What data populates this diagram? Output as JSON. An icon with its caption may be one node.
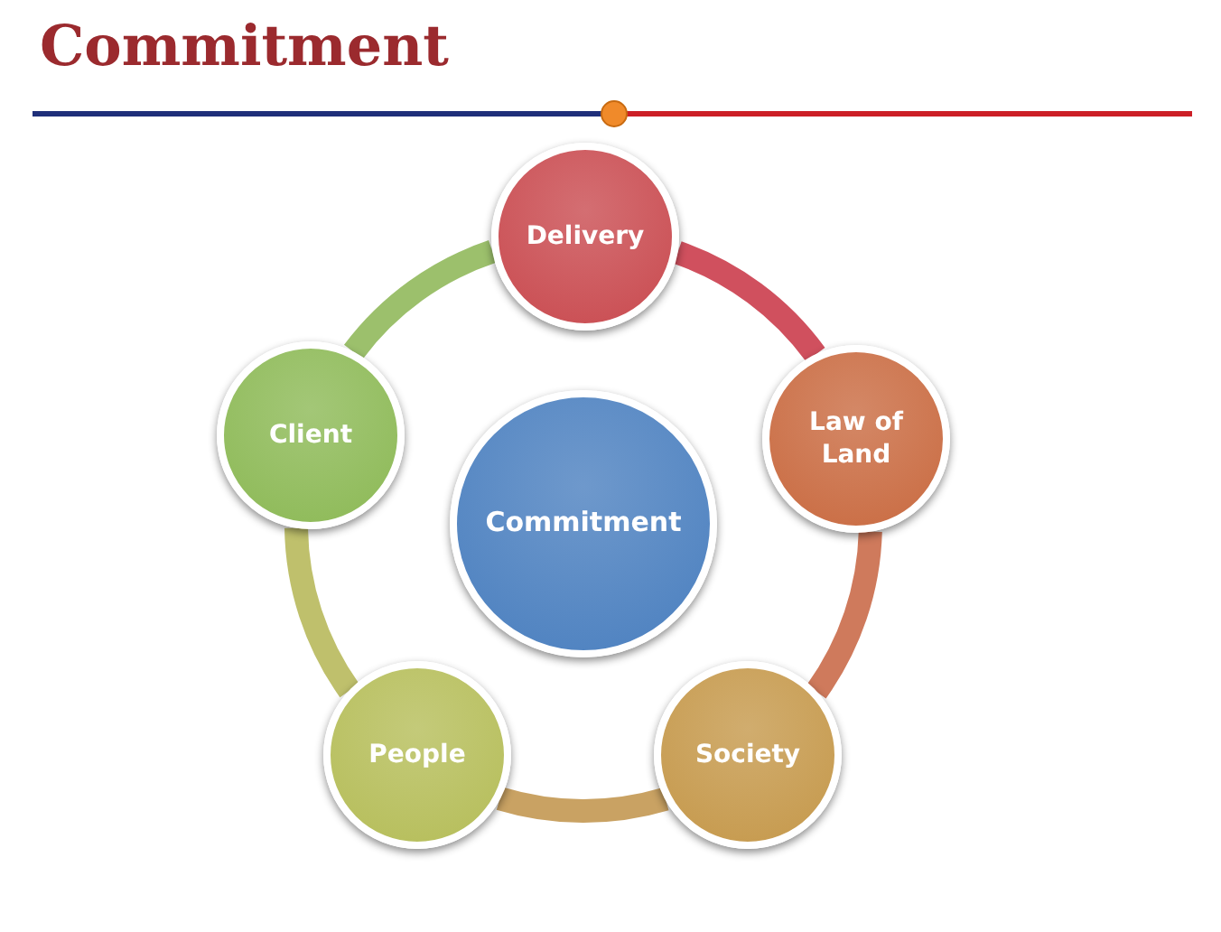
{
  "diagram": {
    "title": "Commitment",
    "nodes": [
      {
        "text": [
          "Delivery"
        ]
      },
      {
        "text": [
          "Client"
        ]
      },
      {
        "text": [
          "Law of Land"
        ]
      },
      {
        "text": [
          "Commitment"
        ]
      },
      {
        "text": [
          "People"
        ]
      },
      {
        "text": [
          "Society"
        ]
      }
    ],
    "edges": [
      {
        "from": 0,
        "to": 2,
        "arrow": "none",
        "color": "#d0505e"
      },
      {
        "from": 2,
        "to": 5,
        "arrow": "none",
        "color": "#cf7a5c"
      },
      {
        "from": 5,
        "to": 4,
        "arrow": "none",
        "color": "#c9a263"
      },
      {
        "from": 4,
        "to": 1,
        "arrow": "none",
        "color": "#bfc06c"
      },
      {
        "from": 1,
        "to": 0,
        "arrow": "none",
        "color": "#9cc06c"
      }
    ]
  }
}
